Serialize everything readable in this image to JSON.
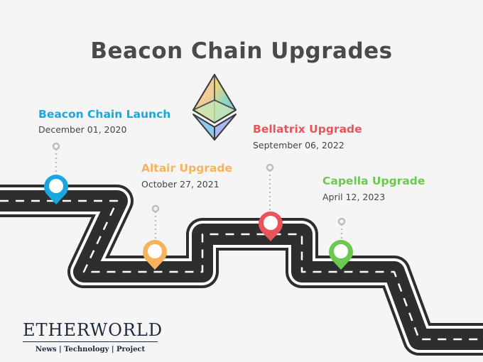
{
  "title": "Beacon Chain Upgrades",
  "milestones": [
    {
      "name": "Beacon Chain Launch",
      "date": "December 01, 2020",
      "color": "#1aa7e0"
    },
    {
      "name": "Altair Upgrade",
      "date": "October 27, 2021",
      "color": "#f6b35b"
    },
    {
      "name": "Bellatrix Upgrade",
      "date": "September 06, 2022",
      "color": "#e9545b"
    },
    {
      "name": "Capella Upgrade",
      "date": "April 12, 2023",
      "color": "#6cc94f"
    }
  ],
  "logo_icon": "ethereum-logo-icon",
  "brand": {
    "name": "ETHERWORLD",
    "tagline": "News | Technology | Project"
  }
}
